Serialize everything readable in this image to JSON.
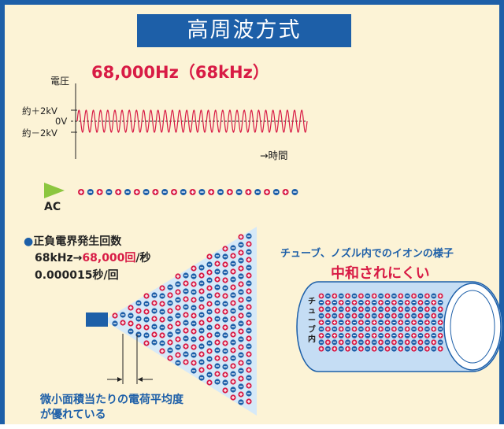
{
  "title": "高周波方式",
  "waveform": {
    "frequency_label": "68,000Hz（68kHz）",
    "y_axis_label": "電圧",
    "tick_labels": [
      "約＋2kV",
      "0V",
      "約－2kV"
    ],
    "x_axis_label": "→時間"
  },
  "source_label": "AC",
  "charge_count": {
    "heading_bullet": "●",
    "heading": "正負電界発生回数",
    "rate_prefix": "68kHz→",
    "rate_value": "68,000回",
    "rate_suffix": "/秒",
    "period": "0.000015秒/回"
  },
  "spray_note_line1": "微小面積当たりの電荷平均度",
  "spray_note_line2": "が優れている",
  "tube": {
    "heading": "チューブ、ノズル内でのイオンの様子",
    "claim": "中和されにくい",
    "inner_label": "チューブ内"
  },
  "colors": {
    "frame": "#1d5fa8",
    "background": "#fcf3d6",
    "accent_red": "#d81b45",
    "source_arrow": "#8cc63f",
    "spray_cone": "#d6e9f8"
  }
}
